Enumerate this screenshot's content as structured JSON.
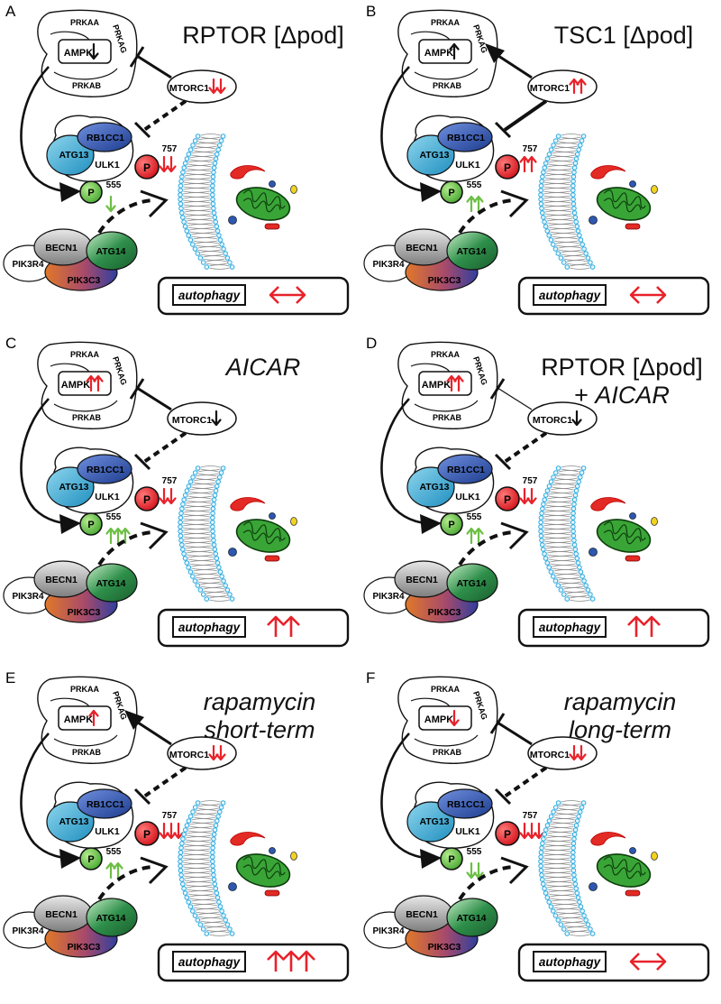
{
  "labels": {
    "prkaa": "PRKAA",
    "prkag": "PRKAG",
    "prkab": "PRKAB",
    "ampk": "AMPK",
    "mtorc1": "MTORC1",
    "rb1cc1": "RB1CC1",
    "atg13": "ATG13",
    "ulk1": "ULK1",
    "p": "P",
    "site757": "757",
    "site555": "555",
    "becn1": "BECN1",
    "atg14": "ATG14",
    "pik3r4": "PIK3R4",
    "pik3c3": "PIK3C3",
    "autophagy": "autophagy"
  },
  "colors": {
    "up_down_red": "#e8222a",
    "green_arrow": "#6cbf45",
    "membrane_outline": "#29a9e0",
    "mito_green": "#3aa537",
    "atg13_cyan": "#3aabd0",
    "rb1cc1_blue": "#2f57b0",
    "phospho_red": "#e8222a",
    "phospho_green": "#5fba45",
    "becn1_gray": "#9a9a9a",
    "atg14_green": "#2d8a44"
  },
  "panels": [
    {
      "letter": "A",
      "title_lines": [
        "RPTOR [Δpod]"
      ],
      "title_italic": false,
      "ampk": {
        "color": "black",
        "symbol": "↓"
      },
      "ampk_effect": "inhibit",
      "mtorc1": {
        "color": "red",
        "symbol": "↓↓"
      },
      "ulk_link": "dashed",
      "p757": "↓↓",
      "p555": "↓",
      "autophagy": "↔"
    },
    {
      "letter": "B",
      "title_lines": [
        "TSC1 [Δpod]"
      ],
      "title_italic": false,
      "ampk": {
        "color": "black",
        "symbol": "↑"
      },
      "ampk_effect": "activate",
      "mtorc1": {
        "color": "red",
        "symbol": "↑↑"
      },
      "ulk_link": "solid",
      "p757": "↑↑",
      "p555": "↑↑",
      "autophagy": "↔"
    },
    {
      "letter": "C",
      "title_lines": [
        "AICAR"
      ],
      "title_italic": true,
      "ampk": {
        "color": "red",
        "symbol": "↑↑"
      },
      "ampk_effect": "inhibit",
      "mtorc1": {
        "color": "black",
        "symbol": "↓"
      },
      "ulk_link": "dashed",
      "p757": "↓↓",
      "p555": "↑↑↑",
      "autophagy": "↑↑"
    },
    {
      "letter": "D",
      "title_lines": [
        "RPTOR [Δpod]",
        "+ AICAR"
      ],
      "title_italic": false,
      "italic_word": "AICAR",
      "ampk": {
        "color": "red",
        "symbol": "↑↑"
      },
      "ampk_effect": "inhibit-thin",
      "mtorc1": {
        "color": "black",
        "symbol": "↓"
      },
      "ulk_link": "dashed",
      "p757": "↓↓",
      "p555": "↑↑",
      "autophagy": "↑↑"
    },
    {
      "letter": "E",
      "title_lines": [
        "rapamycin",
        "short-term"
      ],
      "title_italic": true,
      "ampk": {
        "color": "red",
        "symbol": "↑"
      },
      "ampk_effect": "activate",
      "mtorc1": {
        "color": "red",
        "symbol": "↓↓"
      },
      "ulk_link": "dashed",
      "p757": "↓↓↓",
      "p555": "↑↑",
      "autophagy": "↑↑↑"
    },
    {
      "letter": "F",
      "title_lines": [
        "rapamycin",
        "long-term"
      ],
      "title_italic": true,
      "ampk": {
        "color": "red",
        "symbol": "↓"
      },
      "ampk_effect": "inhibit",
      "mtorc1": {
        "color": "red",
        "symbol": "↓↓"
      },
      "ulk_link": "dashed",
      "p757": "↓↓↓",
      "p555": "↓↓",
      "autophagy": "↔"
    }
  ]
}
